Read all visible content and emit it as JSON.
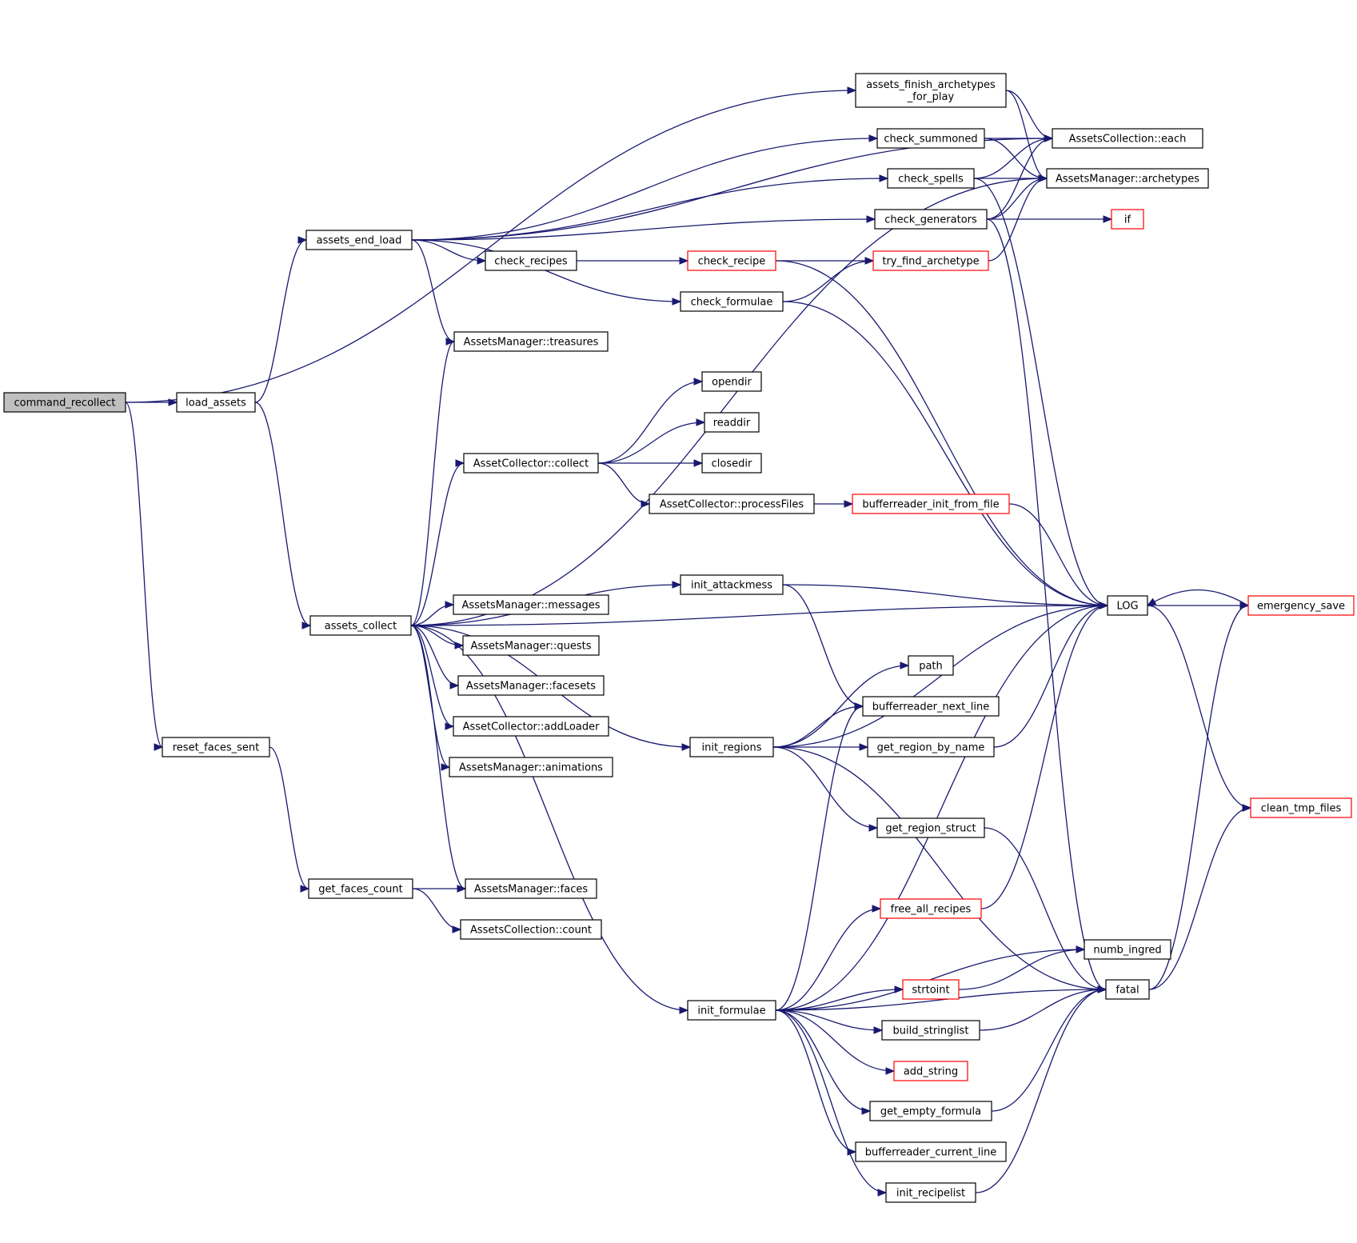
{
  "graph": {
    "title": "",
    "edge_color": "#191970",
    "node_border": "#000000",
    "node_border_incomplete": "#ff0000",
    "root_fill": "#bfbfbf",
    "nodes": [
      {
        "id": "command_recollect",
        "label": "command_recollect",
        "root": true
      },
      {
        "id": "load_assets",
        "label": "load_assets"
      },
      {
        "id": "reset_faces_sent",
        "label": "reset_faces_sent"
      },
      {
        "id": "assets_end_load",
        "label": "assets_end_load"
      },
      {
        "id": "assets_collect",
        "label": "assets_collect"
      },
      {
        "id": "get_faces_count",
        "label": "get_faces_count"
      },
      {
        "id": "check_recipes",
        "label": "check_recipes"
      },
      {
        "id": "am_treasures",
        "label": "AssetsManager::treasures"
      },
      {
        "id": "ac_collect",
        "label": "AssetCollector::collect"
      },
      {
        "id": "ac_processFiles",
        "label": "AssetCollector::processFiles"
      },
      {
        "id": "am_messages",
        "label": "AssetsManager::messages"
      },
      {
        "id": "am_quests",
        "label": "AssetsManager::quests"
      },
      {
        "id": "am_facesets",
        "label": "AssetsManager::facesets"
      },
      {
        "id": "ac_addLoader",
        "label": "AssetCollector::addLoader"
      },
      {
        "id": "am_animations",
        "label": "AssetsManager::animations"
      },
      {
        "id": "am_faces",
        "label": "AssetsManager::faces"
      },
      {
        "id": "acol_count",
        "label": "AssetsCollection::count"
      },
      {
        "id": "check_recipe",
        "label": "check_recipe",
        "red": true
      },
      {
        "id": "check_formulae",
        "label": "check_formulae"
      },
      {
        "id": "opendir",
        "label": "opendir"
      },
      {
        "id": "readdir",
        "label": "readdir"
      },
      {
        "id": "closedir",
        "label": "closedir"
      },
      {
        "id": "init_attackmess",
        "label": "init_attackmess"
      },
      {
        "id": "init_regions",
        "label": "init_regions"
      },
      {
        "id": "init_formulae",
        "label": "init_formulae"
      },
      {
        "id": "assets_finish_archetypes_for_play",
        "label": "assets_finish_archetypes",
        "label2": "_for_play"
      },
      {
        "id": "check_summoned",
        "label": "check_summoned"
      },
      {
        "id": "check_spells",
        "label": "check_spells"
      },
      {
        "id": "check_generators",
        "label": "check_generators"
      },
      {
        "id": "try_find_archetype",
        "label": "try_find_archetype",
        "red": true
      },
      {
        "id": "bufferreader_init_from_file",
        "label": "bufferreader_init_from_file",
        "red": true
      },
      {
        "id": "path",
        "label": "path"
      },
      {
        "id": "bufferreader_next_line",
        "label": "bufferreader_next_line"
      },
      {
        "id": "get_region_by_name",
        "label": "get_region_by_name"
      },
      {
        "id": "get_region_struct",
        "label": "get_region_struct"
      },
      {
        "id": "free_all_recipes",
        "label": "free_all_recipes",
        "red": true
      },
      {
        "id": "strtoint",
        "label": "strtoint",
        "red": true
      },
      {
        "id": "build_stringlist",
        "label": "build_stringlist"
      },
      {
        "id": "add_string",
        "label": "add_string",
        "red": true
      },
      {
        "id": "get_empty_formula",
        "label": "get_empty_formula"
      },
      {
        "id": "bufferreader_current_line",
        "label": "bufferreader_current_line"
      },
      {
        "id": "init_recipelist",
        "label": "init_recipelist"
      },
      {
        "id": "acol_each",
        "label": "AssetsCollection::each"
      },
      {
        "id": "am_archetypes",
        "label": "AssetsManager::archetypes"
      },
      {
        "id": "if",
        "label": "if",
        "red": true
      },
      {
        "id": "LOG",
        "label": "LOG"
      },
      {
        "id": "numb_ingred",
        "label": "numb_ingred"
      },
      {
        "id": "fatal",
        "label": "fatal"
      },
      {
        "id": "emergency_save",
        "label": "emergency_save",
        "red": true
      },
      {
        "id": "clean_tmp_files",
        "label": "clean_tmp_files",
        "red": true
      }
    ],
    "edges": [
      [
        "command_recollect",
        "assets_finish_archetypes_for_play"
      ],
      [
        "command_recollect",
        "load_assets"
      ],
      [
        "command_recollect",
        "reset_faces_sent"
      ],
      [
        "load_assets",
        "assets_end_load"
      ],
      [
        "load_assets",
        "assets_collect"
      ],
      [
        "reset_faces_sent",
        "get_faces_count"
      ],
      [
        "assets_end_load",
        "acol_each"
      ],
      [
        "assets_end_load",
        "check_summoned"
      ],
      [
        "assets_end_load",
        "check_spells"
      ],
      [
        "assets_end_load",
        "check_generators"
      ],
      [
        "assets_end_load",
        "check_recipes"
      ],
      [
        "assets_end_load",
        "check_formulae"
      ],
      [
        "assets_end_load",
        "am_treasures"
      ],
      [
        "assets_finish_archetypes_for_play",
        "acol_each"
      ],
      [
        "assets_finish_archetypes_for_play",
        "am_archetypes"
      ],
      [
        "check_summoned",
        "acol_each"
      ],
      [
        "check_summoned",
        "am_archetypes"
      ],
      [
        "check_spells",
        "acol_each"
      ],
      [
        "check_spells",
        "am_archetypes"
      ],
      [
        "check_spells",
        "LOG"
      ],
      [
        "check_generators",
        "acol_each"
      ],
      [
        "check_generators",
        "am_archetypes"
      ],
      [
        "check_generators",
        "if"
      ],
      [
        "check_generators",
        "fatal"
      ],
      [
        "check_recipes",
        "check_recipe"
      ],
      [
        "check_recipe",
        "try_find_archetype"
      ],
      [
        "check_recipe",
        "LOG"
      ],
      [
        "try_find_archetype",
        "am_archetypes"
      ],
      [
        "check_formulae",
        "try_find_archetype"
      ],
      [
        "check_formulae",
        "LOG"
      ],
      [
        "assets_collect",
        "am_archetypes"
      ],
      [
        "assets_collect",
        "am_treasures"
      ],
      [
        "assets_collect",
        "ac_collect"
      ],
      [
        "assets_collect",
        "LOG"
      ],
      [
        "assets_collect",
        "init_attackmess"
      ],
      [
        "assets_collect",
        "am_messages"
      ],
      [
        "assets_collect",
        "am_quests"
      ],
      [
        "assets_collect",
        "am_facesets"
      ],
      [
        "assets_collect",
        "ac_addLoader"
      ],
      [
        "assets_collect",
        "am_animations"
      ],
      [
        "assets_collect",
        "init_regions"
      ],
      [
        "assets_collect",
        "am_faces"
      ],
      [
        "assets_collect",
        "init_formulae"
      ],
      [
        "ac_collect",
        "opendir"
      ],
      [
        "ac_collect",
        "readdir"
      ],
      [
        "ac_collect",
        "closedir"
      ],
      [
        "ac_collect",
        "ac_processFiles"
      ],
      [
        "ac_processFiles",
        "bufferreader_init_from_file"
      ],
      [
        "bufferreader_init_from_file",
        "LOG"
      ],
      [
        "init_attackmess",
        "LOG"
      ],
      [
        "init_attackmess",
        "bufferreader_next_line"
      ],
      [
        "get_faces_count",
        "am_faces"
      ],
      [
        "get_faces_count",
        "acol_count"
      ],
      [
        "init_regions",
        "LOG"
      ],
      [
        "init_regions",
        "path"
      ],
      [
        "init_regions",
        "bufferreader_next_line"
      ],
      [
        "init_regions",
        "get_region_by_name"
      ],
      [
        "init_regions",
        "get_region_struct"
      ],
      [
        "init_regions",
        "fatal"
      ],
      [
        "get_region_by_name",
        "LOG"
      ],
      [
        "get_region_struct",
        "fatal"
      ],
      [
        "init_formulae",
        "bufferreader_next_line"
      ],
      [
        "init_formulae",
        "LOG"
      ],
      [
        "init_formulae",
        "free_all_recipes"
      ],
      [
        "init_formulae",
        "numb_ingred"
      ],
      [
        "init_formulae",
        "strtoint"
      ],
      [
        "init_formulae",
        "build_stringlist"
      ],
      [
        "init_formulae",
        "add_string"
      ],
      [
        "init_formulae",
        "get_empty_formula"
      ],
      [
        "init_formulae",
        "bufferreader_current_line"
      ],
      [
        "init_formulae",
        "init_recipelist"
      ],
      [
        "init_formulae",
        "fatal"
      ],
      [
        "free_all_recipes",
        "LOG"
      ],
      [
        "strtoint",
        "numb_ingred"
      ],
      [
        "build_stringlist",
        "fatal"
      ],
      [
        "get_empty_formula",
        "fatal"
      ],
      [
        "init_recipelist",
        "fatal"
      ],
      [
        "LOG",
        "emergency_save"
      ],
      [
        "LOG",
        "clean_tmp_files"
      ],
      [
        "emergency_save",
        "LOG"
      ],
      [
        "fatal",
        "emergency_save"
      ],
      [
        "fatal",
        "clean_tmp_files"
      ]
    ]
  }
}
